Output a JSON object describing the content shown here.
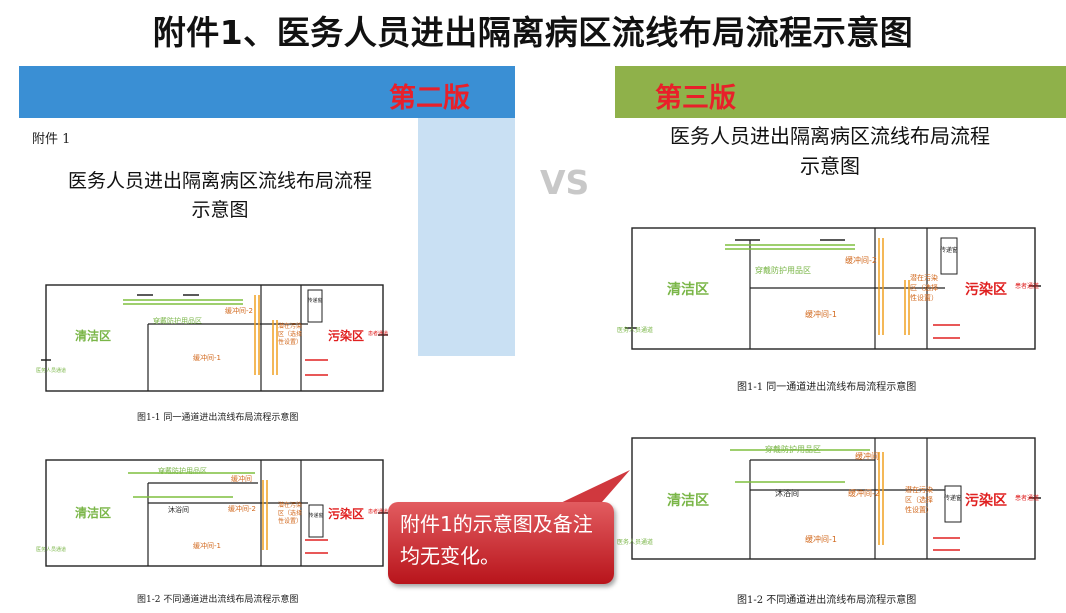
{
  "title": "附件1、医务人员进出隔离病区流线布局流程示意图",
  "left": {
    "version_label": "第二版",
    "attachment_label": "附件 1",
    "doc_title_line1": "医务人员进出隔离病区流线布局流程",
    "doc_title_line2": "示意图",
    "caption1": "图1-1 同一通道进出流线布局流程示意图",
    "caption2": "图1-2 不同通道进出流线布局流程示意图"
  },
  "right": {
    "version_label": "第三版",
    "doc_title_line1": "医务人员进出隔离病区流线布局流程",
    "doc_title_line2": "示意图",
    "caption1": "图1-1 同一通道进出流线布局流程示意图",
    "caption2": "图1-2 不同通道进出流线布局流程示意图"
  },
  "vs_label": "VS",
  "diagram": {
    "clean_zone": "清洁区",
    "polluted_zone": "污染区",
    "ppe_area": "穿戴防护用品区",
    "buffer_1": "缓冲间-1",
    "buffer_2": "缓冲间-2",
    "buffer": "缓冲间",
    "shower": "沐浴间",
    "potential_zone": "潜在污染区（选择性设置）",
    "potential_l1": "潜在污染",
    "potential_l2": "区（选择",
    "potential_l3": "性设置）",
    "pass_window": "传递窗",
    "patient_passage": "患者通道",
    "staff_passage": "医务人员通道"
  },
  "callout": {
    "text": "附件1的示意图及备注均无变化。"
  },
  "colors": {
    "left_band": "#3a8fd4",
    "right_band": "#8fb14a",
    "label_red": "#e8202a",
    "clean_green": "#7ab648",
    "buffer_orange": "#d2691e",
    "arrow_green": "#7fbf3f",
    "arrow_orange": "#f0a020",
    "arrow_red": "#e02020",
    "callout_red": "#c8202a"
  }
}
